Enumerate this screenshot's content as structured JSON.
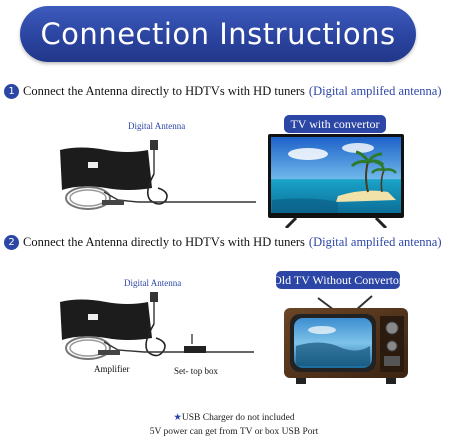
{
  "banner": {
    "title": "Connection Instructions"
  },
  "step1": {
    "number": "1",
    "text": "Connect the Antenna directly to HDTVs with HD tuners",
    "highlight": "(Digital amplifed antenna)",
    "antenna_label": "Digital Antenna",
    "tv_tag": "TV with convertor"
  },
  "step2": {
    "number": "2",
    "text": "Connect the Antenna directly to HDTVs with HD tuners",
    "highlight": "(Digital amplifed antenna)",
    "antenna_label": "Digital Antenna",
    "amplifier_label": "Amplifier",
    "settop_label": "Set- top box",
    "tv_tag": "Old TV Without Convertor"
  },
  "footer": {
    "star": "★",
    "note": "USB Charger do not included",
    "power": "5V power can get from TV or box USB Port"
  },
  "colors": {
    "accent": "#2c46a6",
    "banner": "#2b44a0"
  }
}
